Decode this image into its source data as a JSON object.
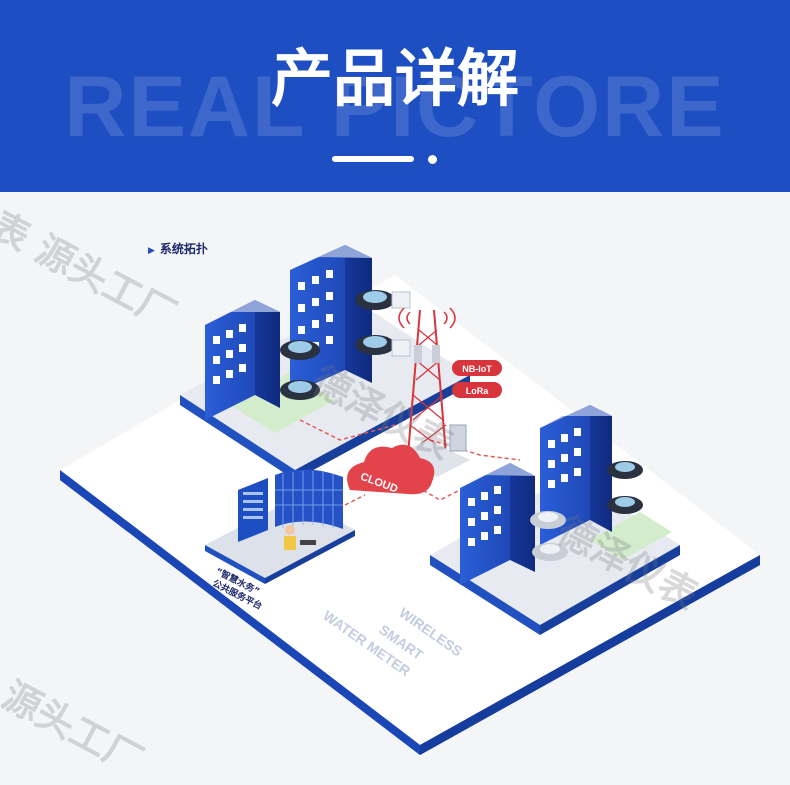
{
  "header": {
    "title": "产品详解",
    "background_word": "REAL PICTORE"
  },
  "section": {
    "label": "系统拓扑"
  },
  "diagram": {
    "badges": [
      "NB-IoT",
      "LoRa"
    ],
    "cloud_label": "CLOUD",
    "platform_label_1": "“智慧水务”",
    "platform_label_2": "公共服务平台",
    "product_text": [
      "WIRELESS",
      "SMART",
      "WATER METER"
    ]
  },
  "watermark": {
    "line1": "表 源头工厂",
    "line2": "德泽仪表",
    "line3": "源头工厂",
    "line4": "德泽仪表"
  },
  "colors": {
    "brand_blue": "#1e4fc2",
    "badge_red": "#d8343c",
    "building_blue": "#2e5fd6"
  }
}
